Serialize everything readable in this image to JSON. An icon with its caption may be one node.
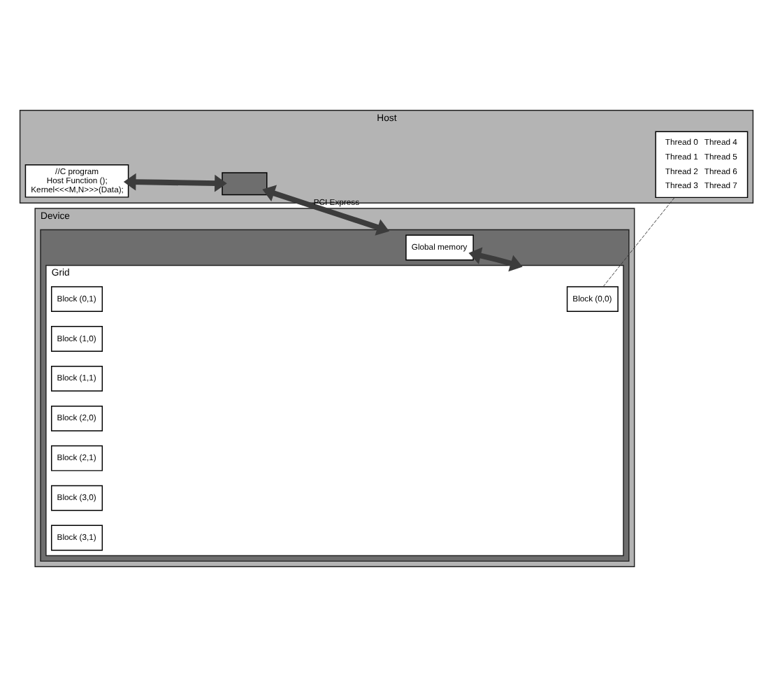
{
  "diagram": {
    "nodes": [
      {
        "text": [
          "Host"
        ]
      },
      {
        "text": [
          "//C program",
          "Host Function ();",
          "Kernel<<<M,N>>>(Data);"
        ],
        "in": 0
      },
      {
        "text": [],
        "shape": "box",
        "in": 0
      },
      {
        "text": [
          "Thread 0",
          "Thread 1",
          "Thread 2",
          "Thread 3",
          "Thread 4",
          "Thread 5",
          "Thread 6",
          "Thread 7"
        ],
        "in": 0
      },
      {
        "text": [
          "Device"
        ]
      },
      {
        "text": [],
        "shape": "box",
        "in": 4
      },
      {
        "text": [
          "Global memory"
        ],
        "in": 5
      },
      {
        "text": [
          "Grid"
        ],
        "in": 5
      },
      {
        "text": [
          "Block (0,0)"
        ],
        "in": 7
      },
      {
        "text": [
          "Block (0,1)"
        ],
        "in": 7
      },
      {
        "text": [
          "Block (1,0)"
        ],
        "in": 7
      },
      {
        "text": [
          "Block (1,1)"
        ],
        "in": 7
      },
      {
        "text": [
          "Block (2,0)"
        ],
        "in": 7
      },
      {
        "text": [
          "Block (2,1)"
        ],
        "in": 7
      },
      {
        "text": [
          "Block (3,0)"
        ],
        "in": 7
      },
      {
        "text": [
          "Block (3,1)"
        ],
        "in": 7
      }
    ],
    "edges": [
      {
        "from": 1,
        "to": 2,
        "arrow": "both"
      },
      {
        "from": 2,
        "to": 5,
        "arrow": "both",
        "label": "PCI Express"
      },
      {
        "from": 6,
        "to": 7,
        "arrow": "both"
      },
      {
        "from": 8,
        "to": 3,
        "arrow": "none",
        "style": "dashed"
      }
    ]
  }
}
